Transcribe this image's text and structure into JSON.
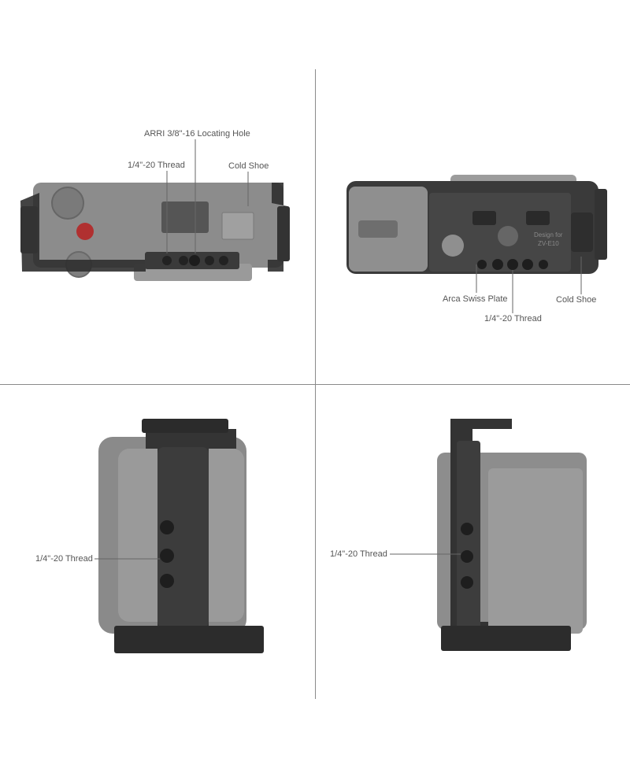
{
  "callouts": {
    "top_left": {
      "arri": "ARRI 3/8\"-16 Locating Hole",
      "thread": "1/4\"-20 Thread",
      "cold_shoe": "Cold Shoe"
    },
    "top_right": {
      "arca": "Arca Swiss Plate",
      "thread": "1/4\"-20 Thread",
      "cold_shoe": "Cold Shoe"
    },
    "bottom_left": {
      "thread": "1/4\"-20 Thread"
    },
    "bottom_right": {
      "thread": "1/4\"-20 Thread"
    }
  },
  "engraving": {
    "design_for": "Design for",
    "model": "ZV-E10"
  },
  "colors": {
    "camera_body": "#8f8f8f",
    "cage_dark": "#2e2e2e",
    "cage_mid": "#4a4a4a",
    "divider": "#8a8a8a",
    "label_text": "#555555"
  }
}
